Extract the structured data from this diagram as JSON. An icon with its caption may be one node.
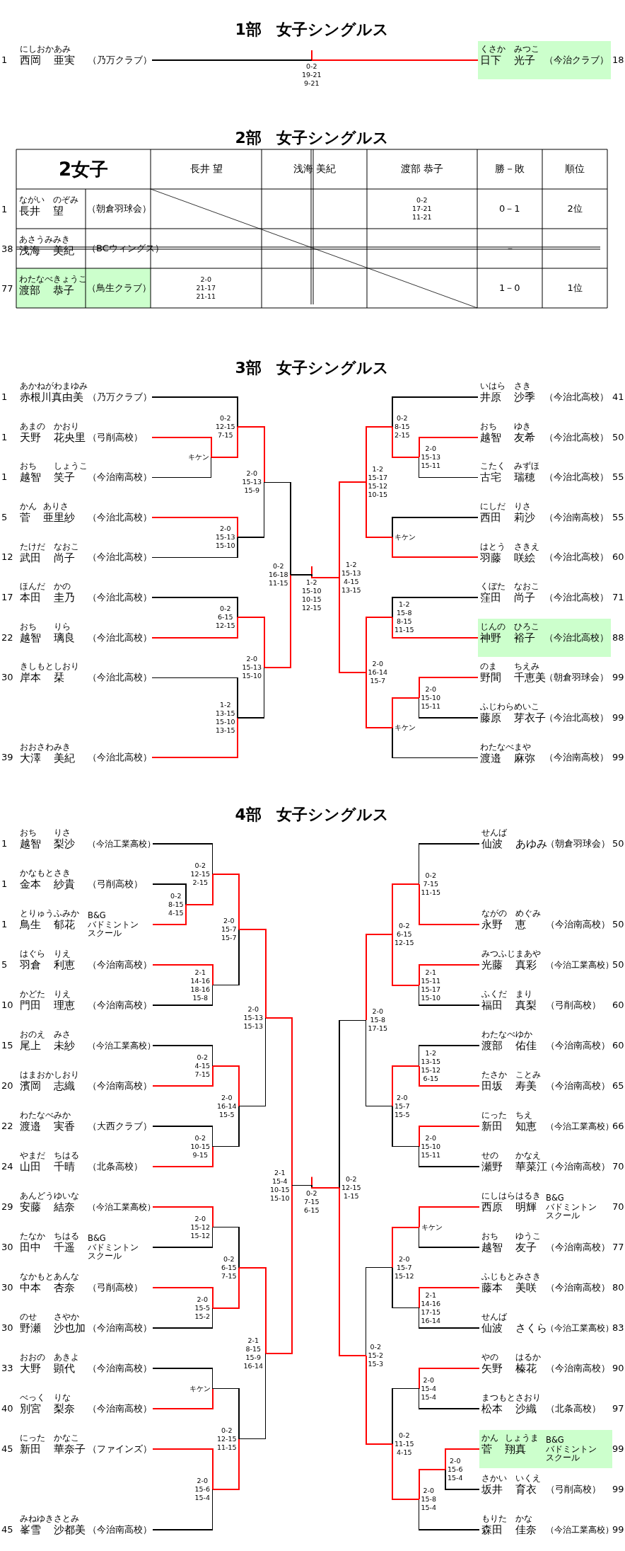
{
  "diagram": {
    "nodes": [
      {
        "text": [
          "にしおか あみ",
          "西岡 亜実",
          "（乃万クラブ）"
        ],
        "beside": [
          "1"
        ]
      },
      {
        "text": [
          "くさか みつこ",
          "日下 光子",
          "（今治クラブ）"
        ],
        "beside": [
          "18"
        ]
      },
      {
        "text": [
          "0-2 19-21 9-21"
        ]
      },
      {
        "text": [
          "あかねがわまゆみ",
          "赤根川真由美",
          "（乃万クラブ）"
        ],
        "beside": [
          "1"
        ]
      },
      {
        "text": [
          "あまの かおり",
          "天野 花央里",
          "（弓削高校）"
        ],
        "beside": [
          "1"
        ]
      },
      {
        "text": [
          "おち しょうこ",
          "越智 笑子",
          "（今治南高校）"
        ],
        "beside": [
          "1"
        ]
      },
      {
        "text": [
          "かん ありさ",
          "菅 亜里紗",
          "（今治北高校）"
        ],
        "beside": [
          "5"
        ]
      },
      {
        "text": [
          "たけだ なおこ",
          "武田 尚子",
          "（今治北高校）"
        ],
        "beside": [
          "12"
        ]
      },
      {
        "text": [
          "ほんだ かの",
          "本田 圭乃",
          "（今治北高校）"
        ],
        "beside": [
          "17"
        ]
      },
      {
        "text": [
          "おち りら",
          "越智 璃良",
          "（今治北高校）"
        ],
        "beside": [
          "22"
        ]
      },
      {
        "text": [
          "きしもと しおり",
          "岸本 栞",
          "（今治北高校）"
        ],
        "beside": [
          "30"
        ]
      },
      {
        "text": [
          "おおさわ みき",
          "大澤 美紀",
          "（今治北高校）"
        ],
        "beside": [
          "39"
        ]
      },
      {
        "text": [
          "いはら さき",
          "井原 沙季",
          "（今治北高校）"
        ],
        "beside": [
          "41"
        ]
      },
      {
        "text": [
          "おち ゆき",
          "越智 友希",
          "（今治北高校）"
        ],
        "beside": [
          "50"
        ]
      },
      {
        "text": [
          "こたく みずほ",
          "古宅 瑞穂",
          "（今治北高校）"
        ],
        "beside": [
          "55"
        ]
      },
      {
        "text": [
          "にしだ りさ",
          "西田 莉沙",
          "（今治南高校）"
        ],
        "beside": [
          "55"
        ]
      },
      {
        "text": [
          "はとう さきえ",
          "羽藤 咲絵",
          "（今治北高校）"
        ],
        "beside": [
          "60"
        ]
      },
      {
        "text": [
          "くぼた なおこ",
          "窪田 尚子",
          "（今治北高校）"
        ],
        "beside": [
          "71"
        ]
      },
      {
        "text": [
          "じんの ひろこ",
          "神野 裕子",
          "（今治北高校）"
        ],
        "beside": [
          "88"
        ]
      },
      {
        "text": [
          "のま ちえみ",
          "野間 千恵美",
          "（朝倉羽球会）"
        ],
        "beside": [
          "99"
        ]
      },
      {
        "text": [
          "ふじわら めいこ",
          "藤原 芽衣子",
          "（今治北高校）"
        ],
        "beside": [
          "99"
        ]
      },
      {
        "text": [
          "わたなべ まや",
          "渡邉 麻弥",
          "（今治南高校）"
        ],
        "beside": [
          "99"
        ]
      },
      {
        "text": [
          "キケン"
        ]
      },
      {
        "text": [
          "0-2 12-15 7-15"
        ]
      },
      {
        "text": [
          "2-0 15-13 15-10"
        ]
      },
      {
        "text": [
          "2-0 15-13 15-9"
        ]
      },
      {
        "text": [
          "0-2 6-15 12-15"
        ]
      },
      {
        "text": [
          "1-2 13-15 15-10 13-15"
        ]
      },
      {
        "text": [
          "2-0 15-13 15-10"
        ]
      },
      {
        "text": [
          "0-2 16-18 11-15"
        ]
      },
      {
        "text": [
          "2-0 15-13 15-11"
        ]
      },
      {
        "text": [
          "0-2 8-15 2-15"
        ]
      },
      {
        "text": [
          "キケン"
        ]
      },
      {
        "text": [
          "1-2 15-17 15-12 10-15"
        ]
      },
      {
        "text": [
          "1-2 15-8 8-15 11-15"
        ]
      },
      {
        "text": [
          "2-0 15-10 15-11"
        ]
      },
      {
        "text": [
          "キケン"
        ]
      },
      {
        "text": [
          "2-0 16-14 15-7"
        ]
      },
      {
        "text": [
          "1-2 15-13 4-15 13-15"
        ]
      },
      {
        "text": [
          "1-2 15-10 10-15 12-15"
        ]
      },
      {
        "text": [
          "おち りさ",
          "越智 梨沙",
          "（今治工業高校）"
        ],
        "beside": [
          "1"
        ]
      },
      {
        "text": [
          "かなもと さき",
          "金本 紗貴",
          "（弓削高校）"
        ],
        "beside": [
          "1"
        ]
      },
      {
        "text": [
          "とりゅう ふみか",
          "鳥生 郁花",
          "B&G バドミントンスクール"
        ],
        "beside": [
          "1"
        ]
      },
      {
        "text": [
          "はぐら りえ",
          "羽倉 利恵",
          "（今治南高校）"
        ],
        "beside": [
          "5"
        ]
      },
      {
        "text": [
          "かどた りえ",
          "門田 理恵",
          "（今治南高校）"
        ],
        "beside": [
          "10"
        ]
      },
      {
        "text": [
          "おのえ みさ",
          "尾上 未紗",
          "（今治工業高校）"
        ],
        "beside": [
          "15"
        ]
      },
      {
        "text": [
          "はまおか しおり",
          "濱岡 志織",
          "（今治南高校）"
        ],
        "beside": [
          "20"
        ]
      },
      {
        "text": [
          "わたなべ みか",
          "渡邉 実香",
          "（大西クラブ）"
        ],
        "beside": [
          "22"
        ]
      },
      {
        "text": [
          "やまだ ちはる",
          "山田 千晴",
          "（北条高校）"
        ],
        "beside": [
          "24"
        ]
      },
      {
        "text": [
          "あんどう ゆいな",
          "安藤 結奈",
          "（今治工業高校）"
        ],
        "beside": [
          "29"
        ]
      },
      {
        "text": [
          "たなか ちはる",
          "田中 千遥",
          "B&G バドミントンスクール"
        ],
        "beside": [
          "30"
        ]
      },
      {
        "text": [
          "なかもと あんな",
          "中本 杏奈",
          "（弓削高校）"
        ],
        "beside": [
          "30"
        ]
      },
      {
        "text": [
          "のせ さやか",
          "野瀬 沙也加",
          "（今治南高校）"
        ],
        "beside": [
          "30"
        ]
      },
      {
        "text": [
          "おおの あきよ",
          "大野 顕代",
          "（今治南高校）"
        ],
        "beside": [
          "33"
        ]
      },
      {
        "text": [
          "べっく りな",
          "別宮 梨奈",
          "（今治南高校）"
        ],
        "beside": [
          "40"
        ]
      },
      {
        "text": [
          "にった かなこ",
          "新田 華奈子",
          "（ファインズ）"
        ],
        "beside": [
          "45"
        ]
      },
      {
        "text": [
          "みねゆき さとみ",
          "峯雪 沙都美",
          "（今治南高校）"
        ],
        "beside": [
          "45"
        ]
      },
      {
        "text": [
          "せんば",
          "仙波 あゆみ",
          "（朝倉羽球会）"
        ],
        "beside": [
          "50"
        ]
      },
      {
        "text": [
          "ながの めぐみ",
          "永野 恵",
          "（今治南高校）"
        ],
        "beside": [
          "50"
        ]
      },
      {
        "text": [
          "みつふじ まあや",
          "光藤 真彩",
          "（今治工業高校）"
        ],
        "beside": [
          "50"
        ]
      },
      {
        "text": [
          "ふくだ まり",
          "福田 真梨",
          "（弓削高校）"
        ],
        "beside": [
          "60"
        ]
      },
      {
        "text": [
          "わたなべ ゆか",
          "渡部 佑佳",
          "（今治南高校）"
        ],
        "beside": [
          "60"
        ]
      },
      {
        "text": [
          "たさか ことみ",
          "田坂 寿美",
          "（今治南高校）"
        ],
        "beside": [
          "65"
        ]
      },
      {
        "text": [
          "にった ちえ",
          "新田 知恵",
          "（今治工業高校）"
        ],
        "beside": [
          "66"
        ]
      },
      {
        "text": [
          "せの かなえ",
          "瀬野 華菜江",
          "（今治南高校）"
        ],
        "beside": [
          "70"
        ]
      },
      {
        "text": [
          "にしはら はるき",
          "西原 明輝",
          "B&G バドミントンスクール"
        ],
        "beside": [
          "70"
        ]
      },
      {
        "text": [
          "おち ゆうこ",
          "越智 友子",
          "（今治南高校）"
        ],
        "beside": [
          "77"
        ]
      },
      {
        "text": [
          "ふじもと みさき",
          "藤本 美咲",
          "（今治南高校）"
        ],
        "beside": [
          "80"
        ]
      },
      {
        "text": [
          "せんば",
          "仙波 さくら",
          "（今治工業高校）"
        ],
        "beside": [
          "83"
        ]
      },
      {
        "text": [
          "やの はるか",
          "矢野 榛花",
          "（今治南高校）"
        ],
        "beside": [
          "90"
        ]
      },
      {
        "text": [
          "まつもと さおり",
          "松本 沙織",
          "（北条高校）"
        ],
        "beside": [
          "97"
        ]
      },
      {
        "text": [
          "かん しょうま",
          "菅 翔真",
          "B&G バドミントンスクール"
        ],
        "beside": [
          "99"
        ]
      },
      {
        "text": [
          "さかい いくえ",
          "坂井 育衣",
          "（弓削高校）"
        ],
        "beside": [
          "99"
        ]
      },
      {
        "text": [
          "もりた かな",
          "森田 佳奈",
          "（今治工業高校）"
        ],
        "beside": [
          "99"
        ]
      },
      {
        "text": [
          "0-2 8-15 4-15"
        ]
      },
      {
        "text": [
          "0-2 12-15 2-15"
        ]
      },
      {
        "text": [
          "2-1 14-16 18-16 15-8"
        ]
      },
      {
        "text": [
          "2-0 15-7 15-7"
        ]
      },
      {
        "text": [
          "0-2 4-15 7-15"
        ]
      },
      {
        "text": [
          "0-2 10-15 9-15"
        ]
      },
      {
        "text": [
          "2-0 16-14 15-5"
        ]
      },
      {
        "text": [
          "2-0 15-13 15-13"
        ]
      },
      {
        "text": [
          "2-0 15-12 15-12"
        ]
      },
      {
        "text": [
          "2-0 15-5 15-2"
        ]
      },
      {
        "text": [
          "0-2 6-15 7-15"
        ]
      },
      {
        "text": [
          "キケン"
        ]
      },
      {
        "text": [
          "2-0 15-6 15-4"
        ]
      },
      {
        "text": [
          "0-2 12-15 11-15"
        ]
      },
      {
        "text": [
          "2-1 8-15 15-9 16-14"
        ]
      },
      {
        "text": [
          "2-1 15-4 10-15 15-10"
        ]
      },
      {
        "text": [
          "0-2 7-15 11-15"
        ]
      },
      {
        "text": [
          "2-1 15-11 15-17 15-10"
        ]
      },
      {
        "text": [
          "0-2 6-15 12-15"
        ]
      },
      {
        "text": [
          "1-2 13-15 15-12 6-15"
        ]
      },
      {
        "text": [
          "2-0 15-10 15-11"
        ]
      },
      {
        "text": [
          "2-0 15-7 15-5"
        ]
      },
      {
        "text": [
          "2-0 15-8 17-15"
        ]
      },
      {
        "text": [
          "キケン"
        ]
      },
      {
        "text": [
          "2-1 14-16 17-15 16-14"
        ]
      },
      {
        "text": [
          "2-0 15-7 15-12"
        ]
      },
      {
        "text": [
          "2-0 15-4 15-4"
        ]
      },
      {
        "text": [
          "2-0 15-6 15-4"
        ]
      },
      {
        "text": [
          "2-0 15-8 15-4"
        ]
      },
      {
        "text": [
          "0-2 11-15 4-15"
        ]
      },
      {
        "text": [
          "0-2 15-2 15-3"
        ]
      },
      {
        "text": [
          "0-2 12-15 1-15"
        ]
      },
      {
        "text": [
          "0-2 7-15 6-15"
        ]
      }
    ],
    "edges": [
      {
        "from": 0,
        "to": 2,
        "arrow": "none",
        "color": "#000000"
      },
      {
        "from": 1,
        "to": 2,
        "arrow": "none",
        "color": "#ff0000"
      },
      {
        "from": 4,
        "to": 22,
        "arrow": "none",
        "color": "#ff0000"
      },
      {
        "from": 5,
        "to": 22,
        "arrow": "none",
        "color": "#000000"
      },
      {
        "from": 3,
        "to": 23,
        "arrow": "none",
        "color": "#000000"
      },
      {
        "from": 22,
        "to": 23,
        "arrow": "none",
        "color": "#ff0000"
      },
      {
        "from": 6,
        "to": 24,
        "arrow": "none",
        "color": "#ff0000"
      },
      {
        "from": 7,
        "to": 24,
        "arrow": "none",
        "color": "#000000"
      },
      {
        "from": 23,
        "to": 25,
        "arrow": "none",
        "color": "#ff0000"
      },
      {
        "from": 24,
        "to": 25,
        "arrow": "none",
        "color": "#000000"
      },
      {
        "from": 8,
        "to": 26,
        "arrow": "none",
        "color": "#000000"
      },
      {
        "from": 9,
        "to": 26,
        "arrow": "none",
        "color": "#ff0000"
      },
      {
        "from": 10,
        "to": 27,
        "arrow": "none",
        "color": "#000000"
      },
      {
        "from": 11,
        "to": 27,
        "arrow": "none",
        "color": "#ff0000"
      },
      {
        "from": 26,
        "to": 28,
        "arrow": "none",
        "color": "#ff0000"
      },
      {
        "from": 27,
        "to": 28,
        "arrow": "none",
        "color": "#000000"
      },
      {
        "from": 25,
        "to": 29,
        "arrow": "none",
        "color": "#000000"
      },
      {
        "from": 28,
        "to": 29,
        "arrow": "none",
        "color": "#ff0000"
      },
      {
        "from": 13,
        "to": 30,
        "arrow": "none",
        "color": "#ff0000"
      },
      {
        "from": 14,
        "to": 30,
        "arrow": "none",
        "color": "#000000"
      },
      {
        "from": 12,
        "to": 31,
        "arrow": "none",
        "color": "#000000"
      },
      {
        "from": 30,
        "to": 31,
        "arrow": "none",
        "color": "#ff0000"
      },
      {
        "from": 15,
        "to": 32,
        "arrow": "none",
        "color": "#000000"
      },
      {
        "from": 16,
        "to": 32,
        "arrow": "none",
        "color": "#ff0000"
      },
      {
        "from": 31,
        "to": 33,
        "arrow": "none",
        "color": "#ff0000"
      },
      {
        "from": 32,
        "to": 33,
        "arrow": "none",
        "color": "#ff0000"
      },
      {
        "from": 17,
        "to": 34,
        "arrow": "none",
        "color": "#000000"
      },
      {
        "from": 18,
        "to": 34,
        "arrow": "none",
        "color": "#ff0000"
      },
      {
        "from": 19,
        "to": 35,
        "arrow": "none",
        "color": "#ff0000"
      },
      {
        "from": 20,
        "to": 35,
        "arrow": "none",
        "color": "#000000"
      },
      {
        "from": 35,
        "to": 36,
        "arrow": "none",
        "color": "#ff0000"
      },
      {
        "from": 21,
        "to": 36,
        "arrow": "none",
        "color": "#000000"
      },
      {
        "from": 34,
        "to": 37,
        "arrow": "none",
        "color": "#ff0000"
      },
      {
        "from": 36,
        "to": 37,
        "arrow": "none",
        "color": "#ff0000"
      },
      {
        "from": 33,
        "to": 38,
        "arrow": "none",
        "color": "#ff0000"
      },
      {
        "from": 37,
        "to": 38,
        "arrow": "none",
        "color": "#ff0000"
      },
      {
        "from": 29,
        "to": 39,
        "arrow": "none",
        "color": "#000000"
      },
      {
        "from": 38,
        "to": 39,
        "arrow": "none",
        "color": "#ff0000"
      },
      {
        "from": 41,
        "to": 74,
        "arrow": "none",
        "color": "#000000"
      },
      {
        "from": 42,
        "to": 74,
        "arrow": "none",
        "color": "#ff0000"
      },
      {
        "from": 40,
        "to": 75,
        "arrow": "none",
        "color": "#000000"
      },
      {
        "from": 74,
        "to": 75,
        "arrow": "none",
        "color": "#ff0000"
      },
      {
        "from": 43,
        "to": 76,
        "arrow": "none",
        "color": "#ff0000"
      },
      {
        "from": 44,
        "to": 76,
        "arrow": "none",
        "color": "#000000"
      },
      {
        "from": 75,
        "to": 77,
        "arrow": "none",
        "color": "#ff0000"
      },
      {
        "from": 76,
        "to": 77,
        "arrow": "none",
        "color": "#000000"
      },
      {
        "from": 45,
        "to": 78,
        "arrow": "none",
        "color": "#000000"
      },
      {
        "from": 46,
        "to": 78,
        "arrow": "none",
        "color": "#ff0000"
      },
      {
        "from": 47,
        "to": 79,
        "arrow": "none",
        "color": "#000000"
      },
      {
        "from": 48,
        "to": 79,
        "arrow": "none",
        "color": "#ff0000"
      },
      {
        "from": 78,
        "to": 80,
        "arrow": "none",
        "color": "#ff0000"
      },
      {
        "from": 79,
        "to": 80,
        "arrow": "none",
        "color": "#000000"
      },
      {
        "from": 77,
        "to": 81,
        "arrow": "none",
        "color": "#ff0000"
      },
      {
        "from": 80,
        "to": 81,
        "arrow": "none",
        "color": "#000000"
      },
      {
        "from": 49,
        "to": 82,
        "arrow": "none",
        "color": "#ff0000"
      },
      {
        "from": 50,
        "to": 82,
        "arrow": "none",
        "color": "#000000"
      },
      {
        "from": 51,
        "to": 83,
        "arrow": "none",
        "color": "#ff0000"
      },
      {
        "from": 52,
        "to": 83,
        "arrow": "none",
        "color": "#000000"
      },
      {
        "from": 82,
        "to": 84,
        "arrow": "none",
        "color": "#000000"
      },
      {
        "from": 83,
        "to": 84,
        "arrow": "none",
        "color": "#ff0000"
      },
      {
        "from": 53,
        "to": 85,
        "arrow": "none",
        "color": "#000000"
      },
      {
        "from": 54,
        "to": 85,
        "arrow": "none",
        "color": "#ff0000"
      },
      {
        "from": 55,
        "to": 86,
        "arrow": "none",
        "color": "#ff0000"
      },
      {
        "from": 56,
        "to": 86,
        "arrow": "none",
        "color": "#000000"
      },
      {
        "from": 85,
        "to": 87,
        "arrow": "none",
        "color": "#000000"
      },
      {
        "from": 86,
        "to": 87,
        "arrow": "none",
        "color": "#ff0000"
      },
      {
        "from": 84,
        "to": 88,
        "arrow": "none",
        "color": "#ff0000"
      },
      {
        "from": 87,
        "to": 88,
        "arrow": "none",
        "color": "#000000"
      },
      {
        "from": 81,
        "to": 89,
        "arrow": "none",
        "color": "#ff0000"
      },
      {
        "from": 88,
        "to": 89,
        "arrow": "none",
        "color": "#ff0000"
      },
      {
        "from": 57,
        "to": 90,
        "arrow": "none",
        "color": "#000000"
      },
      {
        "from": 58,
        "to": 90,
        "arrow": "none",
        "color": "#ff0000"
      },
      {
        "from": 59,
        "to": 91,
        "arrow": "none",
        "color": "#ff0000"
      },
      {
        "from": 60,
        "to": 91,
        "arrow": "none",
        "color": "#000000"
      },
      {
        "from": 90,
        "to": 92,
        "arrow": "none",
        "color": "#ff0000"
      },
      {
        "from": 91,
        "to": 92,
        "arrow": "none",
        "color": "#ff0000"
      },
      {
        "from": 61,
        "to": 93,
        "arrow": "none",
        "color": "#000000"
      },
      {
        "from": 62,
        "to": 93,
        "arrow": "none",
        "color": "#ff0000"
      },
      {
        "from": 63,
        "to": 94,
        "arrow": "none",
        "color": "#ff0000"
      },
      {
        "from": 64,
        "to": 94,
        "arrow": "none",
        "color": "#000000"
      },
      {
        "from": 93,
        "to": 95,
        "arrow": "none",
        "color": "#ff0000"
      },
      {
        "from": 94,
        "to": 95,
        "arrow": "none",
        "color": "#000000"
      },
      {
        "from": 92,
        "to": 96,
        "arrow": "none",
        "color": "#ff0000"
      },
      {
        "from": 95,
        "to": 96,
        "arrow": "none",
        "color": "#000000"
      },
      {
        "from": 65,
        "to": 97,
        "arrow": "none",
        "color": "#ff0000"
      },
      {
        "from": 66,
        "to": 97,
        "arrow": "none",
        "color": "#000000"
      },
      {
        "from": 67,
        "to": 98,
        "arrow": "none",
        "color": "#ff0000"
      },
      {
        "from": 68,
        "to": 98,
        "arrow": "none",
        "color": "#000000"
      },
      {
        "from": 97,
        "to": 99,
        "arrow": "none",
        "color": "#ff0000"
      },
      {
        "from": 98,
        "to": 99,
        "arrow": "none",
        "color": "#000000"
      },
      {
        "from": 69,
        "to": 100,
        "arrow": "none",
        "color": "#ff0000"
      },
      {
        "from": 70,
        "to": 100,
        "arrow": "none",
        "color": "#000000"
      },
      {
        "from": 71,
        "to": 101,
        "arrow": "none",
        "color": "#ff0000"
      },
      {
        "from": 72,
        "to": 101,
        "arrow": "none",
        "color": "#000000"
      },
      {
        "from": 101,
        "to": 102,
        "arrow": "none",
        "color": "#ff0000"
      },
      {
        "from": 73,
        "to": 102,
        "arrow": "none",
        "color": "#000000"
      },
      {
        "from": 100,
        "to": 103,
        "arrow": "none",
        "color": "#000000"
      },
      {
        "from": 102,
        "to": 103,
        "arrow": "none",
        "color": "#ff0000"
      },
      {
        "from": 99,
        "to": 104,
        "arrow": "none",
        "color": "#000000"
      },
      {
        "from": 103,
        "to": 104,
        "arrow": "none",
        "color": "#ff0000"
      },
      {
        "from": 96,
        "to": 105,
        "arrow": "none",
        "color": "#000000"
      },
      {
        "from": 104,
        "to": 105,
        "arrow": "none",
        "color": "#ff0000"
      },
      {
        "from": 89,
        "to": 106,
        "arrow": "none",
        "color": "#000000"
      },
      {
        "from": 105,
        "to": 106,
        "arrow": "none",
        "color": "#ff0000"
      }
    ],
    "labels": [
      "1部 女子シングルス",
      "2部 女子シングルス",
      "2女子",
      "長井 望",
      "浅海 美紀",
      "渡部 恭子",
      "勝－敗",
      "順位",
      "1",
      "ながい のぞみ",
      "長井 望",
      "（朝倉羽球会）",
      "0-2 17-21 11-21",
      "0－1",
      "2位",
      "38",
      "あさうみ みき",
      "浅海 美紀",
      "（BCウィングス）",
      "－",
      "77",
      "わたなべ きょうこ",
      "渡部 恭子",
      "（鳥生クラブ）",
      "2-0 21-17 21-11",
      "1－0",
      "1位",
      "3部 女子シングルス",
      "4部 女子シングルス"
    ]
  }
}
